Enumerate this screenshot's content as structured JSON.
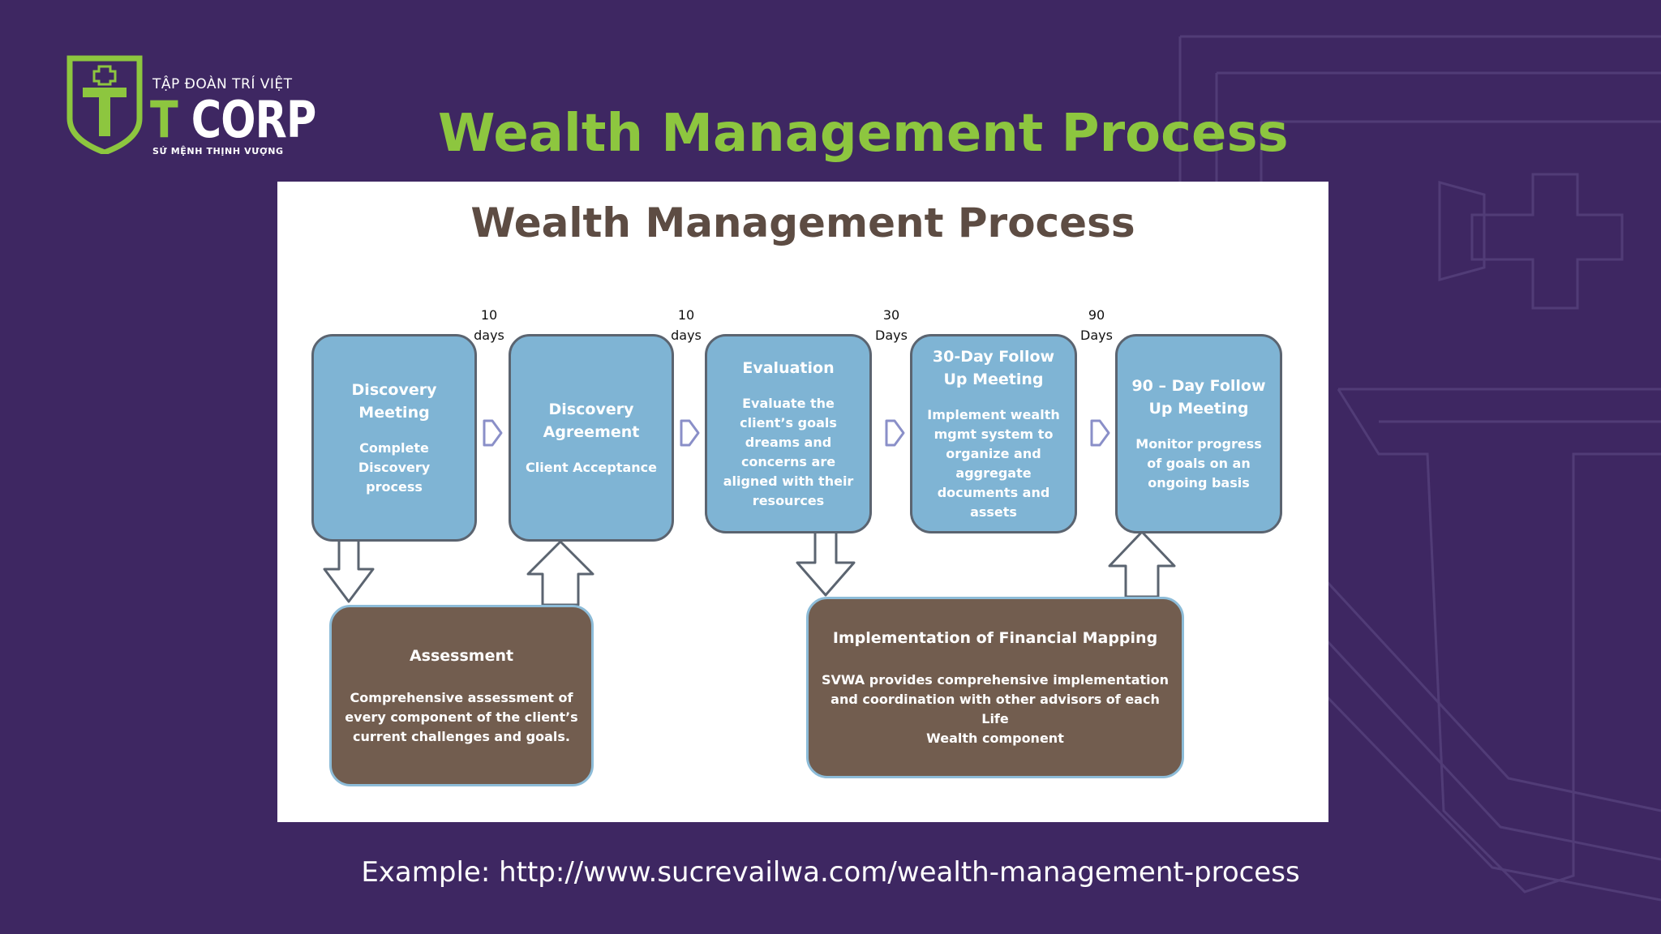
{
  "logo": {
    "tagline_top": "TẬP ĐOÀN TRÍ VIỆT",
    "brand_t": "T",
    "brand_rest": " CORP",
    "tagline_bottom": "SỨ MỆNH THỊNH VƯỢNG"
  },
  "slide_title": "Wealth Management Process",
  "diagram": {
    "title": "Wealth Management Process",
    "steps": [
      {
        "title": "Discovery\nMeeting",
        "desc": "Complete\nDiscovery\nprocess"
      },
      {
        "title": "Discovery\nAgreement",
        "desc": "Client Acceptance"
      },
      {
        "title": "Evaluation",
        "desc": "Evaluate the\nclient’s goals\ndreams and\nconcerns are\naligned with their\nresources"
      },
      {
        "title": "30-Day  Follow\nUp Meeting",
        "desc": "Implement wealth\nmgmt system to\norganize and\naggregate\ndocuments and\nassets"
      },
      {
        "title": "90 – Day Follow\nUp Meeting",
        "desc": "Monitor progress\nof goals on an\nongoing basis"
      }
    ],
    "durations": [
      "10\ndays",
      "10\ndays",
      "30\nDays",
      "90\nDays"
    ],
    "assessment": {
      "title": "Assessment",
      "desc": "Comprehensive  assessment of\nevery component of the client’s\ncurrent challenges  and goals."
    },
    "implementation": {
      "title": "Implementation of  Financial Mapping",
      "desc": "SVWA provides comprehensive implementation\nand coordination with other advisors of each Life\nWealth component"
    }
  },
  "caption": "Example: http://www.sucrevailwa.com/wealth-management-process",
  "colors": {
    "background": "#3e2762",
    "accent_green": "#8dc63f",
    "step_blue": "#7fb4d4",
    "box_brown": "#725d4f"
  }
}
